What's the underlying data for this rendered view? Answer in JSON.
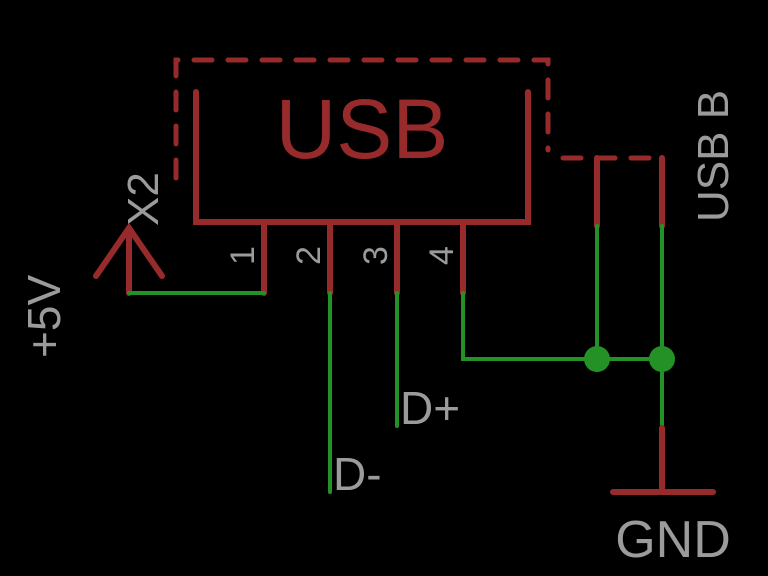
{
  "diagram": {
    "type": "schematic",
    "part": {
      "reference": "X2",
      "value": "USB B",
      "body_label": "USB",
      "pins": [
        {
          "number": "1",
          "net": "+5V"
        },
        {
          "number": "2",
          "net": "D-"
        },
        {
          "number": "3",
          "net": "D+"
        },
        {
          "number": "4",
          "net": "GND"
        }
      ],
      "shield_pins_net": "GND"
    },
    "nets": {
      "vcc": "+5V",
      "dminus": "D-",
      "dplus": "D+",
      "gnd": "GND"
    },
    "colors": {
      "background": "#000000",
      "symbol": "#972a2a",
      "net": "#249127",
      "text": "#9b9b9b"
    }
  }
}
